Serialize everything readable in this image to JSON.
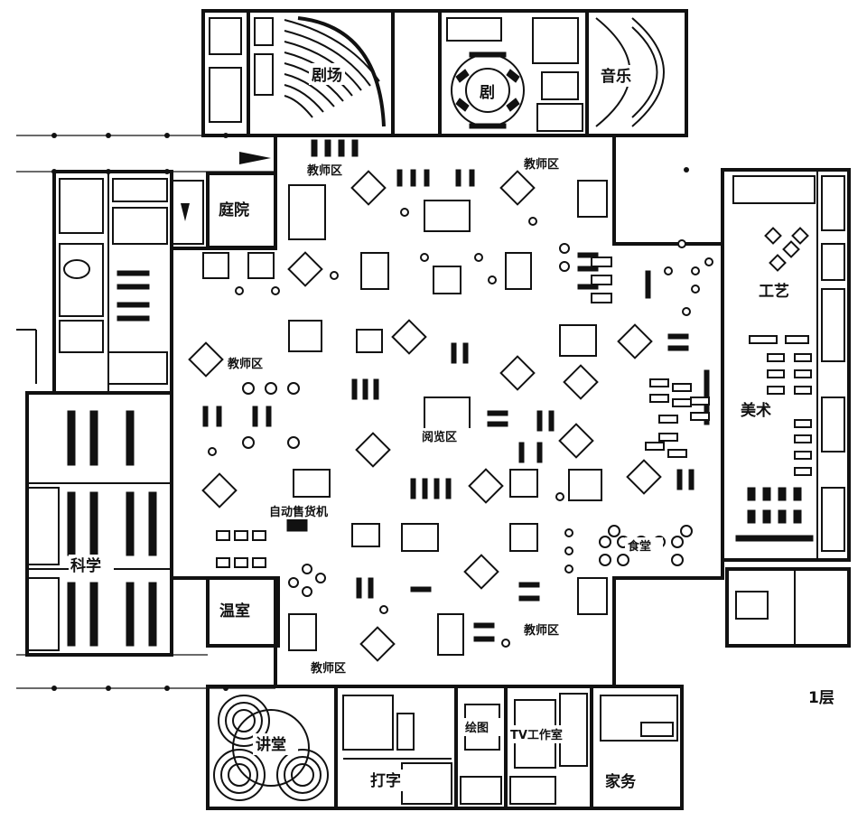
{
  "labels": {
    "drama": "剧场",
    "theater_center": "剧",
    "music": "音乐",
    "courtyard": "庭院",
    "teacher_top_left": "教师区",
    "teacher_top_right": "教师区",
    "teacher_mid_left": "教师区",
    "teacher_bottom_left": "教师区",
    "teacher_bottom_right": "教师区",
    "craft": "工艺",
    "art": "美术",
    "science": "科学",
    "greenhouse": "温室",
    "vending": "自动售货机",
    "reading": "阅览区",
    "cafeteria": "食堂",
    "lecture": "讲堂",
    "typing": "打字",
    "drawing": "绘图",
    "tv_studio": "TV工作室",
    "home_economics": "家务",
    "floor": "1层"
  }
}
